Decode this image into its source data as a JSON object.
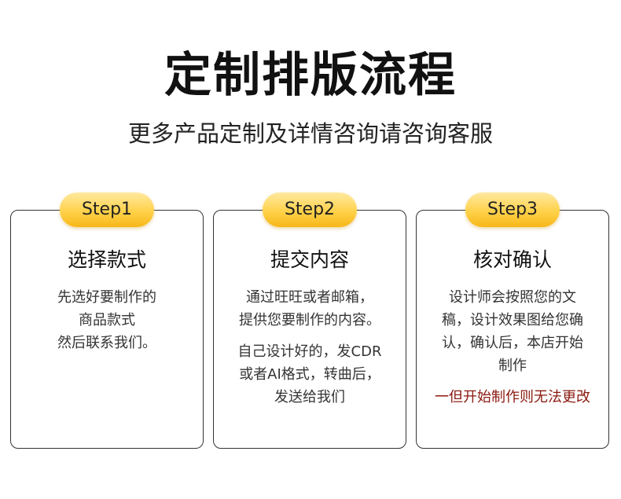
{
  "title": "定制排版流程",
  "subtitle": "更多产品定制及详情咨询请咨询客服",
  "steps": [
    {
      "badge": "Step1",
      "heading": "选择款式",
      "paragraphs": [
        "先选好要制作的\n商品款式\n然后联系我们。"
      ]
    },
    {
      "badge": "Step2",
      "heading": "提交内容",
      "paragraphs": [
        "通过旺旺或者邮箱，\n提供您要制作的内容。",
        "自己设计好的，发CDR\n或者AI格式，转曲后，\n发送给我们"
      ]
    },
    {
      "badge": "Step3",
      "heading": "核对确认",
      "paragraphs": [
        "设计师会按照您的文\n稿，设计效果图给您确\n认，确认后，本店开始\n制作"
      ],
      "warning": "一但开始制作则无法更改"
    }
  ],
  "colors": {
    "badge_gradient": [
      "#ffe9a0",
      "#ffd24a",
      "#f7b718"
    ],
    "warning": "#8b1a10",
    "border": "#333333"
  }
}
